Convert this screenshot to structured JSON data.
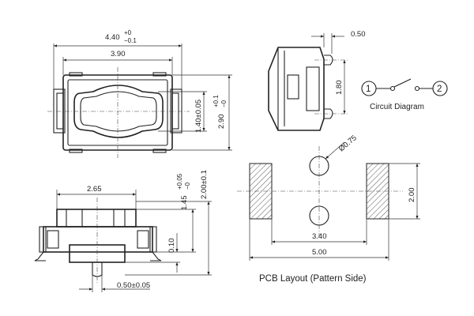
{
  "top_view": {
    "overall_width": "4.40",
    "overall_width_tol_upper": "+0",
    "overall_width_tol_lower": "−0.1",
    "inner_width": "3.90",
    "actuator_height": "1.40±0.05",
    "overall_height": "2.90",
    "overall_height_tol_upper": "+0.1",
    "overall_height_tol_lower": "−0"
  },
  "side_view": {
    "lead_width": "0.50",
    "lead_pitch": "1.80"
  },
  "circuit": {
    "terminal_1": "1",
    "terminal_2": "2",
    "label": "Circuit Diagram"
  },
  "front_view": {
    "body_width": "2.65",
    "actuator_height": "1.45",
    "actuator_height_tol_upper": "+0.05",
    "actuator_height_tol_lower": "−0",
    "total_height": "2.00±0.1",
    "standoff": "0.10",
    "actuator_width": "0.50±0.05"
  },
  "pcb_layout": {
    "hole_diameter": "Ø0.75",
    "pad_height": "2.00",
    "pad_gap": "3.40",
    "total_width": "5.00",
    "title": "PCB Layout (Pattern Side)"
  }
}
